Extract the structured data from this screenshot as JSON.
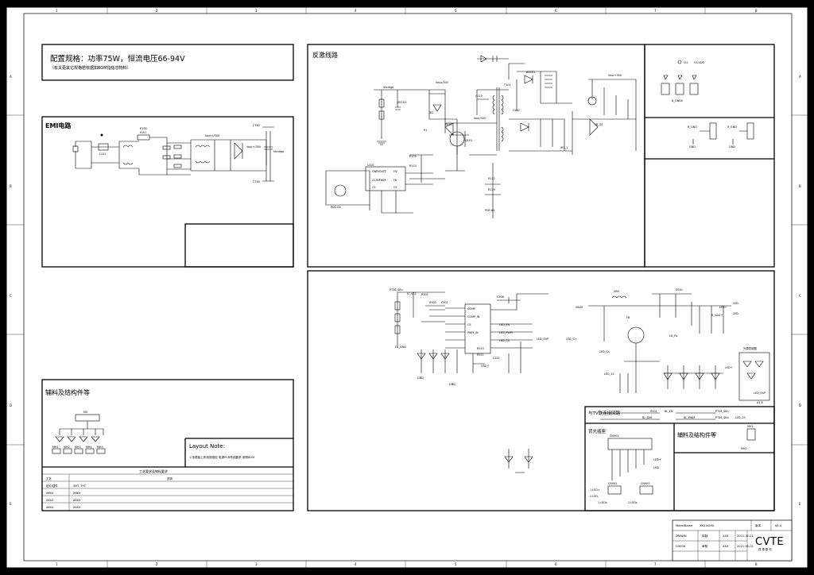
{
  "frame": {
    "col_numbers": [
      "1",
      "2",
      "3",
      "4",
      "5",
      "6",
      "7",
      "8"
    ],
    "row_letters": [
      "A",
      "B",
      "C",
      "D",
      "E"
    ]
  },
  "config": {
    "title": "配置规格：功率75W，恒流电压66-94V",
    "subtitle": "（有关更其它规格若依据如BOM指信息物料）"
  },
  "emi": {
    "title": "EMI电路",
    "labels": [
      "L101",
      "F101",
      "R100",
      "Vout+/30V",
      "C780",
      "C780",
      "Vout+/30V",
      "Vbridge"
    ]
  },
  "flyback": {
    "title": "反激线路",
    "labels": [
      "Vbridge",
      "Vaux/30V",
      "Vout/30V",
      "U101",
      "GND/GATE",
      "CC/MPWM",
      "CS",
      "CS",
      "FB",
      "HV",
      "ZD101",
      "IR2",
      "R1",
      "Q101",
      "D101",
      "C110",
      "T101",
      "PCB Vin",
      "Vout+30V",
      "FB_SS",
      "R105",
      "R110",
      "R112",
      "R119",
      "C112",
      "BD101",
      "PCB 63",
      "IR1_1"
    ]
  },
  "topright": {
    "labels": [
      "Ct1",
      "CS-VDD",
      "GND",
      "GND",
      "B_GNDS",
      "R_GND",
      "R_GND"
    ]
  },
  "led_driver": {
    "labels": [
      "PT26_SBn",
      "IC_VCC",
      "LB_GND",
      "R501",
      "R502",
      "C501",
      "COMP",
      "COMP_IN",
      "CS",
      "PWM_IN",
      "LED_EN",
      "LED_PWM",
      "C508",
      "LED_OVP",
      "R510",
      "R511",
      "C512",
      "GND",
      "GND",
      "LED_F",
      "VBUS",
      "VBO",
      "FB",
      "LED-",
      "LED-",
      "LED+",
      "LD_Rs",
      "LED_G+",
      "LED_Gs",
      "LED_2S",
      "LED+",
      "R_Vout+",
      "D501",
      "A1.8",
      "光源控制图",
      "LED_CS",
      "LED_OVP"
    ]
  },
  "tv_connection": {
    "title": "与TV联连接回路",
    "labels": [
      "BL_EN",
      "PT26_SBn",
      "BL_DIM",
      "BL_PWM",
      "PT26_SBn",
      "R501",
      "LED_2S"
    ]
  },
  "backlight": {
    "title": "背光插座",
    "labels": [
      "CN901",
      "CN902",
      "CN903",
      "1 LED+",
      "2 LED-",
      "LED+",
      "LED-",
      "1 LEDs",
      "2 LEDs"
    ]
  },
  "accessories_right": {
    "title": "辅料及结构件等",
    "labels": [
      "MH1",
      "MH2"
    ]
  },
  "accessories_left": {
    "title": "辅料及结构件等",
    "mount_label": "M4",
    "hole_labels": [
      "MH1",
      "MH2",
      "MH3",
      "MH4",
      "MH5"
    ]
  },
  "layout_note": {
    "title": "Layout Note:",
    "text": "1.电源板上布线按规定 电源PCB布线要求 参照BOM"
  },
  "process_table": {
    "header": "工艺要求及物料要求",
    "col_labels": [
      "工艺",
      "说明"
    ],
    "rows": [
      [
        "贴片/插件",
        "SMT, THT"
      ],
      [
        "XXXX",
        "XXXX"
      ],
      [
        "XXXX",
        "XXXX"
      ],
      [
        "XXXX",
        "XXXX"
      ]
    ]
  },
  "title_block": {
    "model_label": "ModelName",
    "model_value": "XXX-XXXX",
    "version_label": "版本",
    "version_value": "V1.0",
    "row2": [
      "DRAWN",
      "拟制",
      "XXX",
      "2021-01-01"
    ],
    "row3": [
      "CHECK",
      "审核",
      "XXX",
      "2021-01-01"
    ],
    "logo": "CVTE",
    "logo_sub": "视 源 股 份"
  }
}
